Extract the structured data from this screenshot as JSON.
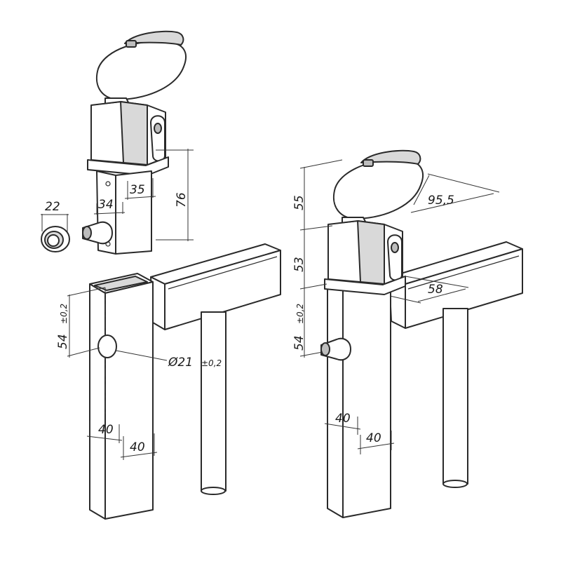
{
  "left_view": {
    "dim_cap_width": "22",
    "dim_insert_35": "35",
    "dim_insert_34": "34",
    "dim_height_76": "76",
    "dim_hole_offset": "54",
    "dim_hole_tol": "±0,2",
    "dim_hole_diameter": "Ø21",
    "dim_hole_diameter_tol": "±0,2",
    "dim_post_width_a": "40",
    "dim_post_width_b": "40"
  },
  "right_view": {
    "dim_knob_height": "55",
    "dim_knob_length": "95,5",
    "dim_body_height": "53",
    "dim_body_depth": "58",
    "dim_post_offset": "54",
    "dim_post_offset_tol": "±0,2",
    "dim_post_width_a": "40",
    "dim_post_width_b": "40"
  }
}
